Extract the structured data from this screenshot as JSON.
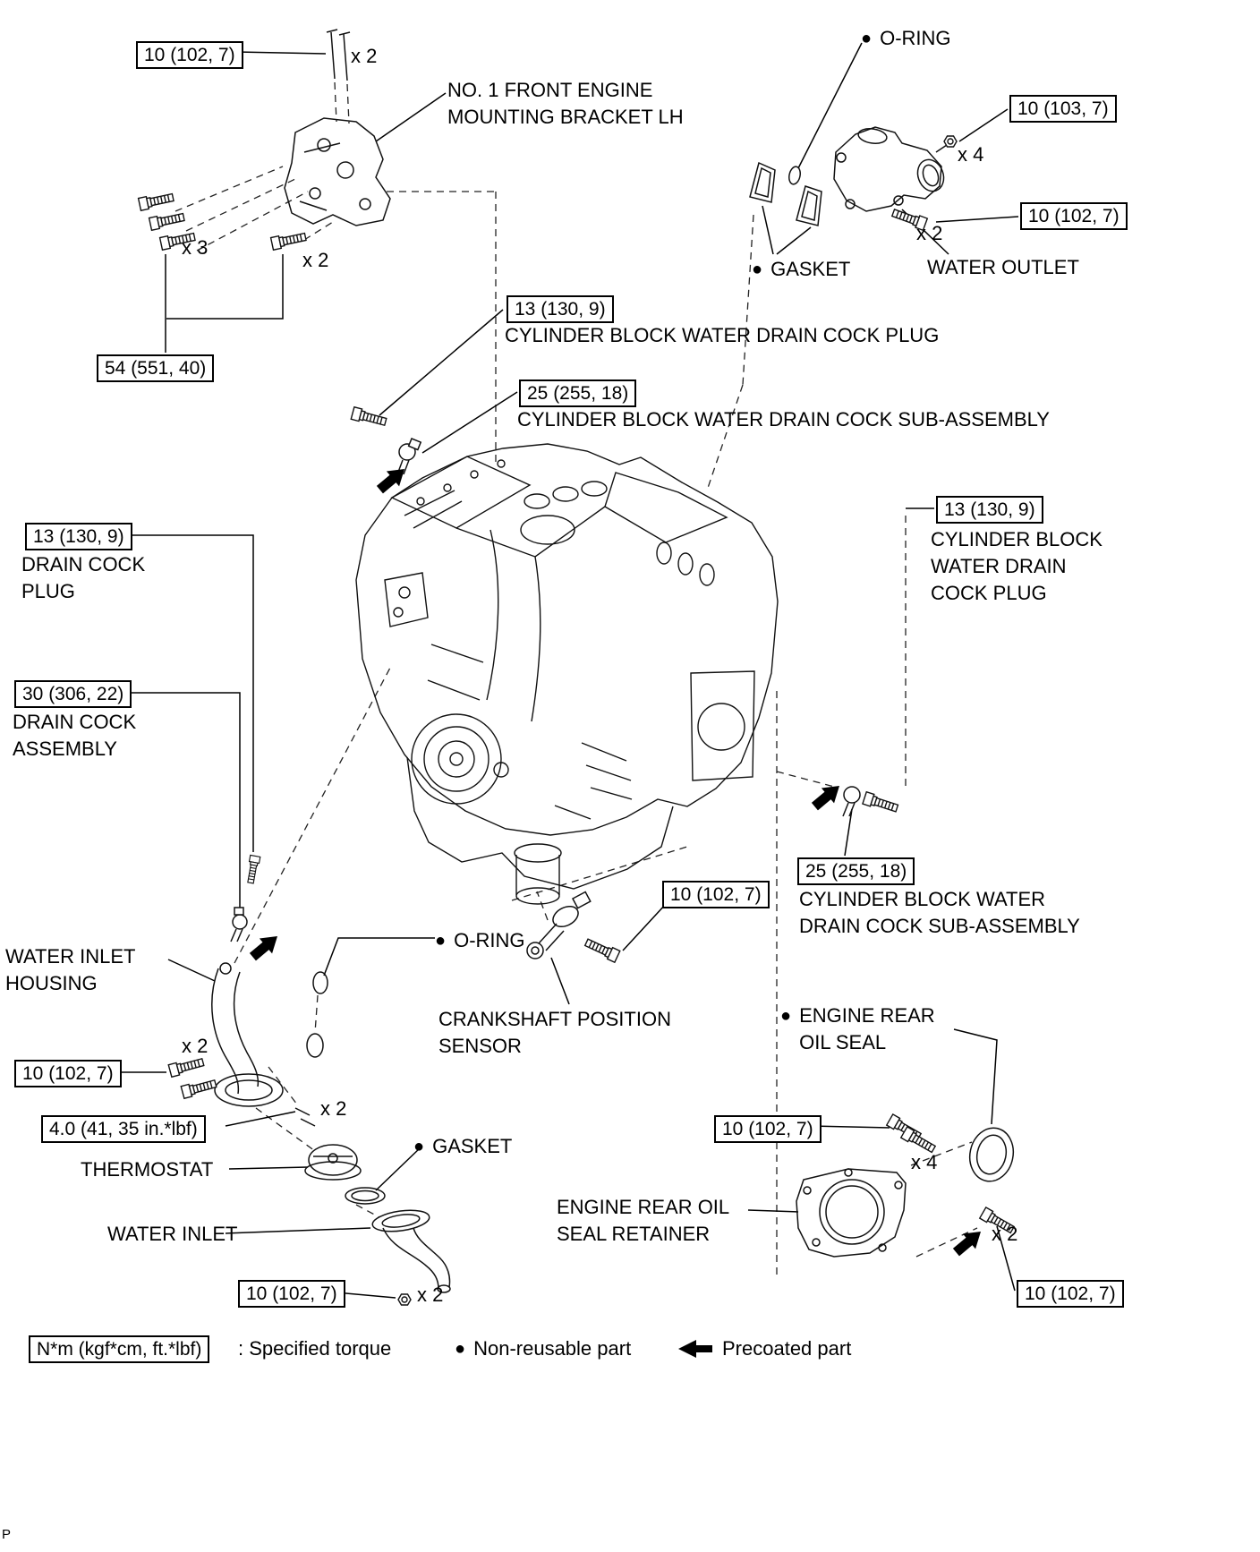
{
  "corner": "P",
  "icons": {
    "bullet": "●"
  },
  "torque_boxes": {
    "bracket_stud": "10 (102, 7)",
    "bracket_bolts": "54 (551, 40)",
    "outlet_nut": "10 (103, 7)",
    "outlet_bolt": "10 (102, 7)",
    "drain_plug_top": "13 (130, 9)",
    "drain_cock_top": "25 (255, 18)",
    "drain_plug_right": "13 (130, 9)",
    "drain_plug_left": "13 (130, 9)",
    "drain_cock_left": "30 (306, 22)",
    "drain_cock_right": "25 (255, 18)",
    "crank_sensor_bolt": "10 (102, 7)",
    "housing_bolt": "10 (102, 7)",
    "thermostat_nut": "4.0 (41, 35 in.*lbf)",
    "inlet_bolt": "10 (102, 7)",
    "retainer_bolt": "10 (102, 7)",
    "retainer_bolt2": "10 (102, 7)"
  },
  "counts": {
    "stud": "x 2",
    "bracket3": "x 3",
    "bracket2": "x 2",
    "outlet_nut": "x 4",
    "outlet_bolt": "x 2",
    "housing": "x 2",
    "thermostat": "x 2",
    "inlet": "x 2",
    "retainer4": "x 4",
    "retainer2": "x 2"
  },
  "labels": {
    "bracket_1": "NO. 1 FRONT ENGINE",
    "bracket_2": "MOUNTING BRACKET LH",
    "oring_top": "O-RING",
    "gasket_top": "GASKET",
    "water_outlet": "WATER OUTLET",
    "drain_plug_top": "CYLINDER BLOCK WATER DRAIN COCK PLUG",
    "drain_cock_top": "CYLINDER BLOCK WATER DRAIN COCK SUB-ASSEMBLY",
    "drain_plug_right_1": "CYLINDER BLOCK",
    "drain_plug_right_2": "WATER DRAIN",
    "drain_plug_right_3": "COCK PLUG",
    "drain_plug_left_1": "DRAIN COCK",
    "drain_plug_left_2": "PLUG",
    "drain_cock_left_1": "DRAIN COCK",
    "drain_cock_left_2": "ASSEMBLY",
    "drain_cock_right_1": "CYLINDER BLOCK WATER",
    "drain_cock_right_2": "DRAIN COCK SUB-ASSEMBLY",
    "oring_mid": "O-RING",
    "crank_1": "CRANKSHAFT POSITION",
    "crank_2": "SENSOR",
    "housing_1": "WATER INLET",
    "housing_2": "HOUSING",
    "thermostat": "THERMOSTAT",
    "gasket_bottom": "GASKET",
    "water_inlet": "WATER INLET",
    "rear_seal_1": "ENGINE REAR",
    "rear_seal_2": "OIL SEAL",
    "retainer_1": "ENGINE REAR OIL",
    "retainer_2": "SEAL RETAINER"
  },
  "legend": {
    "torque_box": "N*m (kgf*cm, ft.*lbf)",
    "torque_text": ": Specified torque",
    "non_reusable": "Non-reusable part",
    "precoated": "Precoated part"
  }
}
